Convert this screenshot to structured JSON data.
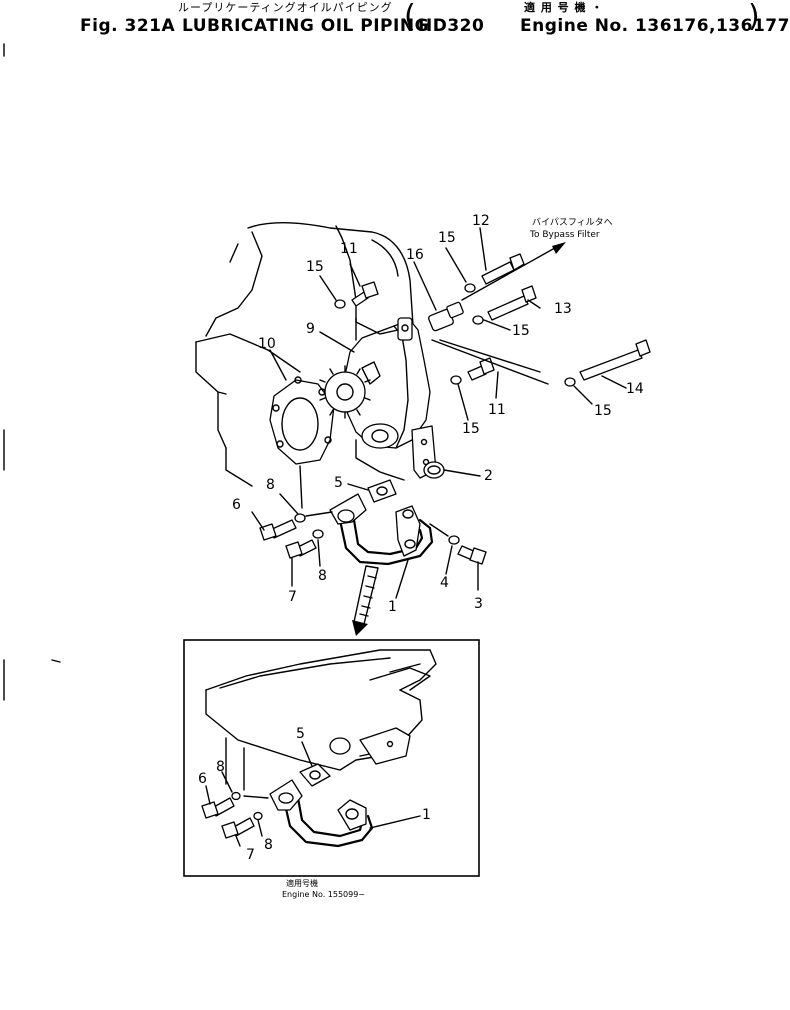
{
  "header": {
    "jp_title": "ループリケーティングオイルパイピング",
    "fig_no": "Fig. 321A",
    "title": "LUBRICATING OIL PIPING",
    "model": "HD320",
    "jp_applicable": "適 用 号 機 ・",
    "engine_label": "Engine No. 136176,136177"
  },
  "annotations": {
    "bypass_jp": "バイパスフィルタへ",
    "bypass_en": "To Bypass Filter",
    "inset_jp": "適用号機",
    "inset_engine": "Engine No. 155099~"
  },
  "callouts": {
    "c12": "12",
    "c15a": "15",
    "c16": "16",
    "c11a": "11",
    "c15b": "15",
    "c13": "13",
    "c9": "9",
    "c15c": "15",
    "c10": "10",
    "c14": "14",
    "c11b": "11",
    "c15d": "15",
    "c15e": "15",
    "c2": "2",
    "c5": "5",
    "c8a": "8",
    "c6": "6",
    "c8b": "8",
    "c7": "7",
    "c4": "4",
    "c3": "3",
    "c1": "1",
    "i5": "5",
    "i8a": "8",
    "i6": "6",
    "i8b": "8",
    "i7": "7",
    "i1": "1"
  }
}
